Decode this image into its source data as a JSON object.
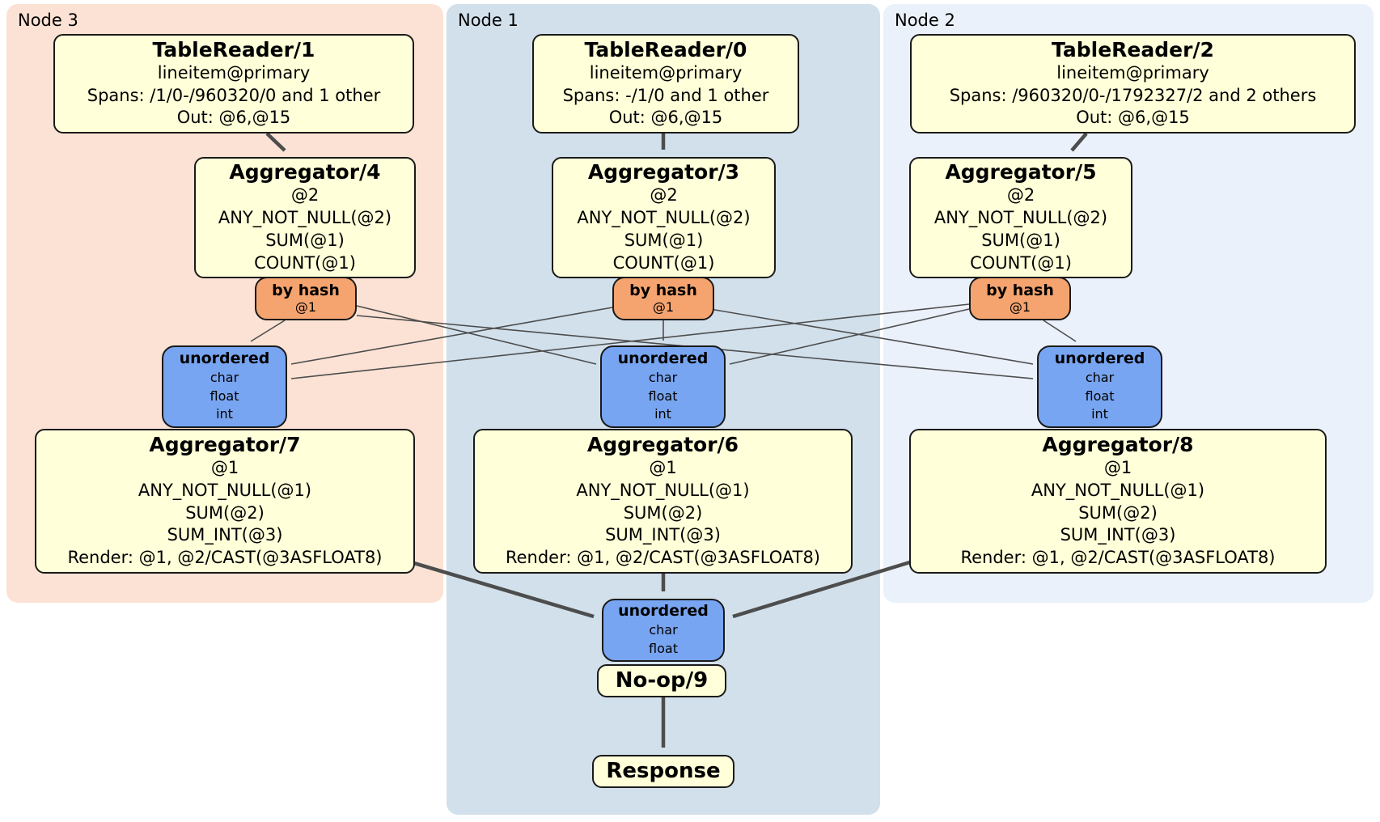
{
  "groups": [
    {
      "label": "Node 3",
      "tablereader": {
        "title": "TableReader/1",
        "lines": [
          "lineitem@primary",
          "Spans: /1/0-/960320/0 and 1 other",
          "Out: @6,@15"
        ]
      },
      "aggregator_top": {
        "title": "Aggregator/4",
        "lines": [
          "@2",
          "ANY_NOT_NULL(@2)",
          "SUM(@1)",
          "COUNT(@1)"
        ]
      },
      "router": {
        "title": "by hash",
        "detail": "@1"
      },
      "sync": {
        "title": "unordered",
        "lines": [
          "char",
          "float",
          "int"
        ]
      },
      "aggregator_bottom": {
        "title": "Aggregator/7",
        "lines": [
          "@1",
          "ANY_NOT_NULL(@1)",
          "SUM(@2)",
          "SUM_INT(@3)",
          "Render: @1, @2/CAST(@3ASFLOAT8)"
        ]
      }
    },
    {
      "label": "Node 1",
      "tablereader": {
        "title": "TableReader/0",
        "lines": [
          "lineitem@primary",
          "Spans: -/1/0 and 1 other",
          "Out: @6,@15"
        ]
      },
      "aggregator_top": {
        "title": "Aggregator/3",
        "lines": [
          "@2",
          "ANY_NOT_NULL(@2)",
          "SUM(@1)",
          "COUNT(@1)"
        ]
      },
      "router": {
        "title": "by hash",
        "detail": "@1"
      },
      "sync": {
        "title": "unordered",
        "lines": [
          "char",
          "float",
          "int"
        ]
      },
      "aggregator_bottom": {
        "title": "Aggregator/6",
        "lines": [
          "@1",
          "ANY_NOT_NULL(@1)",
          "SUM(@2)",
          "SUM_INT(@3)",
          "Render: @1, @2/CAST(@3ASFLOAT8)"
        ]
      }
    },
    {
      "label": "Node 2",
      "tablereader": {
        "title": "TableReader/2",
        "lines": [
          "lineitem@primary",
          "Spans: /960320/0-/1792327/2 and 2 others",
          "Out: @6,@15"
        ]
      },
      "aggregator_top": {
        "title": "Aggregator/5",
        "lines": [
          "@2",
          "ANY_NOT_NULL(@2)",
          "SUM(@1)",
          "COUNT(@1)"
        ]
      },
      "router": {
        "title": "by hash",
        "detail": "@1"
      },
      "sync": {
        "title": "unordered",
        "lines": [
          "char",
          "float",
          "int"
        ]
      },
      "aggregator_bottom": {
        "title": "Aggregator/8",
        "lines": [
          "@1",
          "ANY_NOT_NULL(@1)",
          "SUM(@2)",
          "SUM_INT(@3)",
          "Render: @1, @2/CAST(@3ASFLOAT8)"
        ]
      }
    }
  ],
  "final": {
    "sync": {
      "title": "unordered",
      "lines": [
        "char",
        "float"
      ]
    },
    "noop": {
      "title": "No-op/9"
    },
    "response": {
      "title": "Response"
    }
  },
  "colors": {
    "node3_bg": "#fbe2d4",
    "node1_bg": "#d2e0eb",
    "node2_bg": "#ebf1fa",
    "processor_fill": "#ffffd9",
    "router_fill": "#f5a46f",
    "sync_fill": "#78a5f1",
    "edge_color": "#4d4d4d"
  }
}
